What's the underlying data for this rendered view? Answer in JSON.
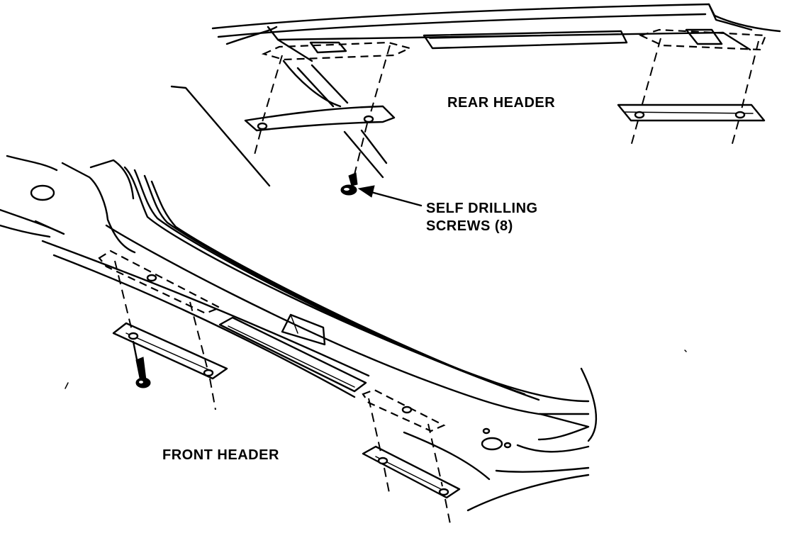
{
  "labels": {
    "rear_header": "REAR HEADER",
    "self_drilling_line1": "SELF DRILLING",
    "self_drilling_line2": "SCREWS (8)",
    "front_header": "FRONT HEADER"
  },
  "colors": {
    "ink": "#000000",
    "paper": "#ffffff"
  }
}
